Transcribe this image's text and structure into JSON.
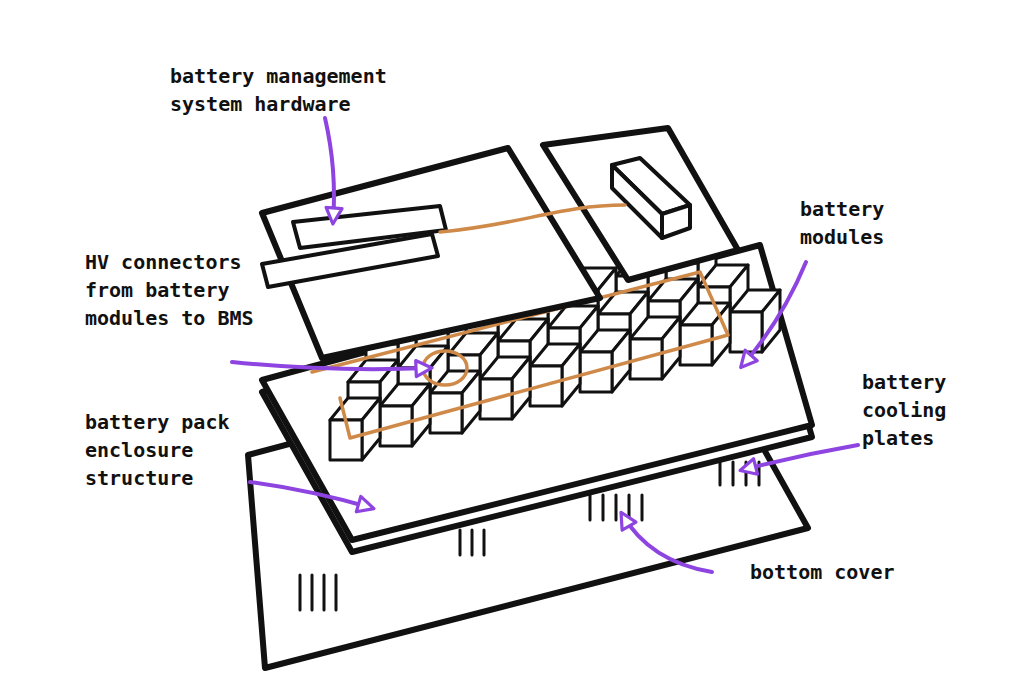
{
  "diagram": {
    "labels": [
      "battery management system hardware",
      "battery modules",
      "HV connectors from battery modules to BMS",
      "battery cooling plates",
      "battery pack enclosure structure",
      "bottom cover"
    ]
  }
}
